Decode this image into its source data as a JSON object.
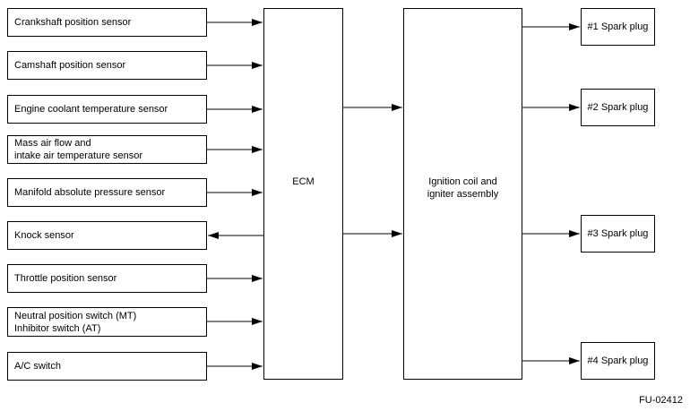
{
  "sensors": [
    {
      "lines": [
        "Crankshaft position sensor"
      ]
    },
    {
      "lines": [
        "Camshaft position sensor"
      ]
    },
    {
      "lines": [
        "Engine coolant temperature sensor"
      ]
    },
    {
      "lines": [
        "Mass air flow and",
        "intake air temperature sensor"
      ]
    },
    {
      "lines": [
        "Manifold absolute pressure sensor"
      ]
    },
    {
      "lines": [
        "Knock sensor"
      ]
    },
    {
      "lines": [
        "Throttle position sensor"
      ]
    },
    {
      "lines": [
        "Neutral position switch (MT)",
        "Inhibitor switch (AT)"
      ]
    },
    {
      "lines": [
        "A/C switch"
      ]
    }
  ],
  "ecm": {
    "label": "ECM"
  },
  "igniter": {
    "lines": [
      "Ignition coil and",
      "igniter assembly"
    ]
  },
  "plugs": [
    "#1 Spark plug",
    "#2 Spark plug",
    "#3 Spark plug",
    "#4 Spark plug"
  ],
  "figure_code": "FU-02412"
}
